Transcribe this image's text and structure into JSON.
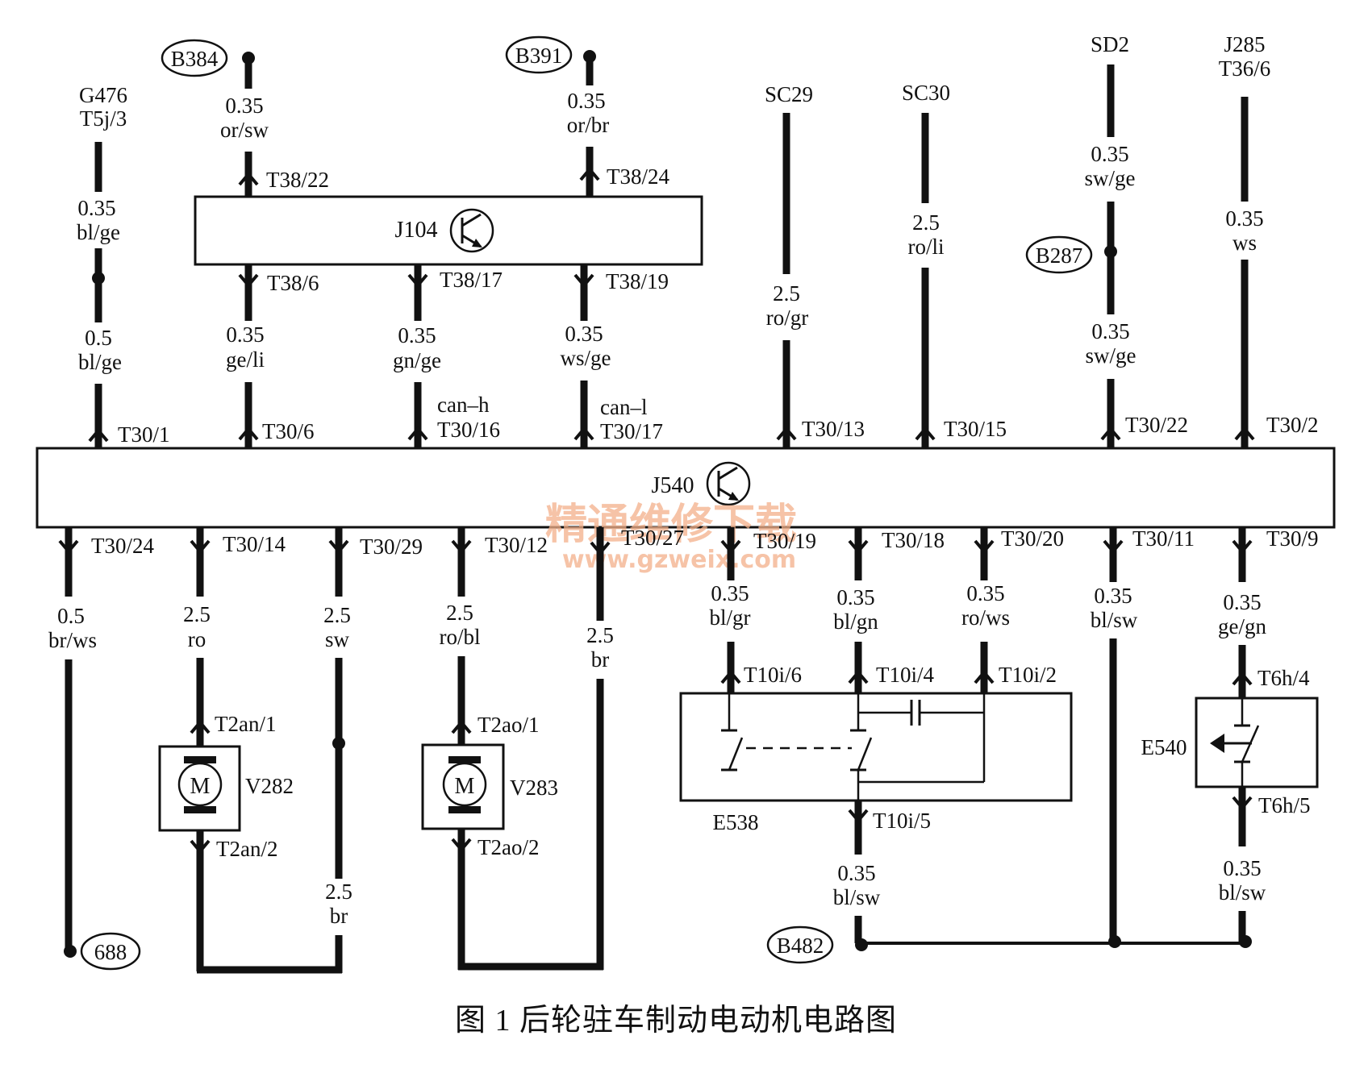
{
  "colors": {
    "ink": "#111111",
    "watermark": "#f3b08a",
    "background": "#ffffff"
  },
  "modules": {
    "j104": {
      "label": "J104",
      "icon": "transistor-icon"
    },
    "j540": {
      "label": "J540",
      "icon": "transistor-icon"
    }
  },
  "refs": {
    "b384": "B384",
    "b391": "B391",
    "b287": "B287",
    "b482": "B482",
    "r688": "688",
    "g476": "G476",
    "t5j3": "T5j/3",
    "sc29": "SC29",
    "sc30": "SC30",
    "sd2": "SD2",
    "j285": "J285",
    "t366": "T36/6"
  },
  "pins": {
    "t38_22": "T38/22",
    "t38_24": "T38/24",
    "t38_6": "T38/6",
    "t38_17": "T38/17",
    "t38_19": "T38/19",
    "t30_1": "T30/1",
    "t30_6": "T30/6",
    "t30_16": "T30/16",
    "t30_17": "T30/17",
    "t30_13": "T30/13",
    "t30_15": "T30/15",
    "t30_22": "T30/22",
    "t30_2": "T30/2",
    "t30_24": "T30/24",
    "t30_14": "T30/14",
    "t30_29": "T30/29",
    "t30_12": "T30/12",
    "t30_27": "T30/27",
    "t30_19": "T30/19",
    "t30_18": "T30/18",
    "t30_20": "T30/20",
    "t30_11": "T30/11",
    "t30_9": "T30/9",
    "t2an1": "T2an/1",
    "t2an2": "T2an/2",
    "t2ao1": "T2ao/1",
    "t2ao2": "T2ao/2",
    "t10i6": "T10i/6",
    "t10i4": "T10i/4",
    "t10i2": "T10i/2",
    "t10i5": "T10i/5",
    "t6h4": "T6h/4",
    "t6h5": "T6h/5",
    "canh": "can–h",
    "canl": "can–l"
  },
  "wires": {
    "w1_size": "0.35",
    "w1_color": "or/sw",
    "w2_size": "0.35",
    "w2_color": "or/br",
    "w3_size": "0.35",
    "w3_color": "bl/ge",
    "w4_size": "0.5",
    "w4_color": "bl/ge",
    "w5_size": "0.35",
    "w5_color": "ge/li",
    "w6_size": "0.35",
    "w6_color": "gn/ge",
    "w7_size": "0.35",
    "w7_color": "ws/ge",
    "w8_size": "2.5",
    "w8_color": "ro/gr",
    "w9_size": "2.5",
    "w9_color": "ro/li",
    "w10_size": "0.35",
    "w10_color": "sw/ge",
    "w11_size": "0.35",
    "w11_color": "sw/ge",
    "w12_size": "0.35",
    "w12_color": "ws",
    "w13_size": "0.5",
    "w13_color": "br/ws",
    "w14_size": "2.5",
    "w14_color": "ro",
    "w15_size": "2.5",
    "w15_color": "sw",
    "w16_size": "2.5",
    "w16_color": "ro/bl",
    "w17_size": "2.5",
    "w17_color": "br",
    "w18_size": "0.35",
    "w18_color": "bl/gr",
    "w19_size": "0.35",
    "w19_color": "bl/gn",
    "w20_size": "0.35",
    "w20_color": "ro/ws",
    "w21_size": "0.35",
    "w21_color": "bl/sw",
    "w22_size": "0.35",
    "w22_color": "ge/gn",
    "w23_size": "2.5",
    "w23_color": "br",
    "w24_size": "0.35",
    "w24_color": "bl/sw",
    "w25_size": "0.35",
    "w25_color": "bl/sw"
  },
  "components": {
    "v282": "V282",
    "v283": "V283",
    "e538": "E538",
    "e540": "E540",
    "motor_symbol": "M"
  },
  "watermark": {
    "cn": "精通维修下载",
    "url": "www.gzweix.com"
  },
  "caption": "图 1   后轮驻车制动电动机电路图"
}
